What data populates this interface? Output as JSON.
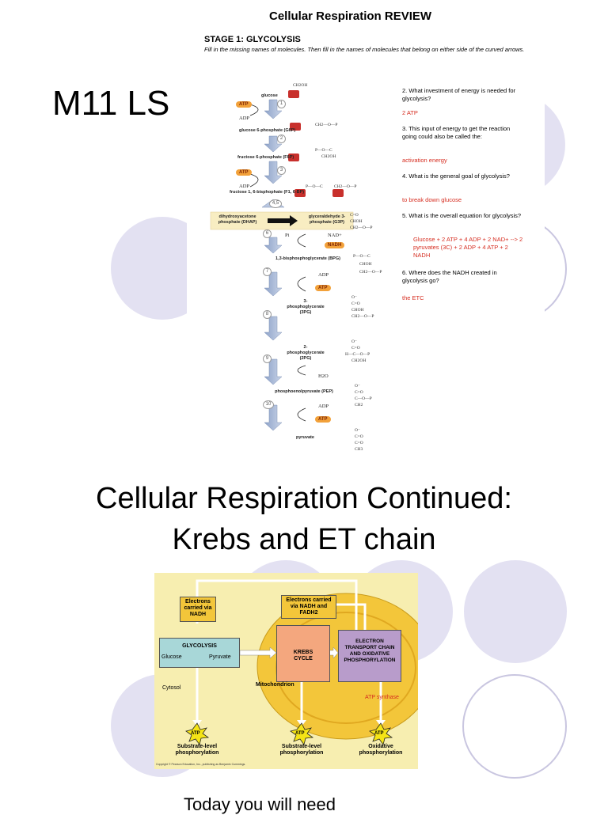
{
  "slide1": {
    "title": "M11 LS",
    "worksheet": {
      "title": "Cellular Respiration REVIEW",
      "stage": "STAGE 1: GLYCOLYSIS",
      "instructions": "Fill in the missing names of molecules. Then fill in the names of molecules that belong on either side of the curved arrows.",
      "molecules": [
        "glucose",
        "glucose 6-phosphate (G6P)",
        "fructose 6-phosphate (F6P)",
        "fructose 1, 6-bisphophate (F1, 6-BP)",
        "dihydroxyacetone phosphate (DHAP)",
        "glyceraldehyde 3-phosphate (G3P)",
        "1,3-bisphosphoglycerate (BPG)",
        "3-phosphoglycerate (3PG)",
        "2-phosphoglycerate (2PG)",
        "phosphoenolpyruvate (PEP)",
        "pyruvate"
      ],
      "side_labels": {
        "atp": "ATP",
        "adp": "ADP",
        "nad": "NAD+",
        "nadh": "NADH",
        "pi": "Pi",
        "h2o": "H2O"
      },
      "step_numbers": [
        "1",
        "2",
        "3",
        "4,5",
        "6",
        "7",
        "8",
        "9",
        "10"
      ],
      "structure_labels": {
        "ch2oh": "CH2OH",
        "p_o_c": "P—O—C",
        "c_o": "C=O",
        "choh": "CHOH",
        "ch2_o_p": "CH2—O—P",
        "o_minus": "O⁻",
        "ch3": "CH3",
        "h_c_o_p": "H—C—O—P",
        "c_o_p": "C—O—P",
        "ch2": "CH2"
      },
      "questions": [
        {
          "q": "2. What investment of energy is needed for glycolysis?",
          "a": "2 ATP"
        },
        {
          "q": "3. This input of energy to get the reaction going could also be called the:",
          "a": "activation energy"
        },
        {
          "q": "4. What is the general goal of glycolysis?",
          "a": "to break down glucose"
        },
        {
          "q": "5. What is the overall equation for glycolysis?",
          "a": "Glucose + 2 ATP + 4 ADP + 2 NAD+ --> 2 pyruvates (3C) + 2 ADP + 4 ATP + 2 NADH"
        },
        {
          "q": "6. Where does the NADH created in glycolysis go?",
          "a": "the ETC"
        }
      ]
    }
  },
  "slide2": {
    "title_line1": "Cellular Respiration Continued:",
    "title_line2": "Krebs and ET chain",
    "diagram": {
      "electrons_nadh": "Electrons carried via NADH",
      "electrons_nadh_fadh2": "Electrons carried via NADH and FADH2",
      "glycolysis": "GLYCOLYSIS",
      "glucose": "Glucose",
      "pyruvate": "Pyruvate",
      "krebs": "KREBS CYCLE",
      "etc": "ELECTRON TRANSPORT CHAIN AND OXIDATIVE PHOSPHORYLATION",
      "cytosol": "Cytosol",
      "mitochondrion": "Mitochondrion",
      "atp_synthase": "ATP synthase",
      "atp": "ATP",
      "substrate_level_1": "Substrate-level phosphorylation",
      "substrate_level_2": "Substrate-level phosphorylation",
      "oxidative": "Oxidative phosphorylation",
      "copyright": "Copyright © Pearson Education, Inc., publishing as Benjamin Cummings."
    },
    "colors": {
      "background": "#f7eeb0",
      "mitochondrion": "#f3c63a",
      "krebs_box": "#f4a77e",
      "etc_box": "#b89ccb",
      "glycolysis_box": "#a8d7d8",
      "electrons_box": "#f3c63a",
      "atp_burst": "#f5e416",
      "atp_synthase_text": "#d62d20"
    }
  },
  "slide3": {
    "partial_text": "Today you will need"
  }
}
